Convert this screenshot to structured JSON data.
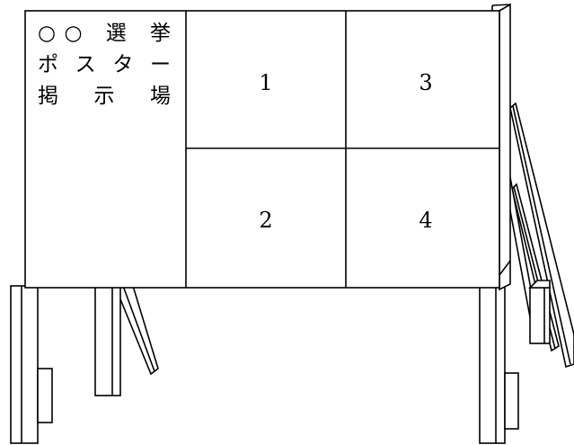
{
  "board": {
    "title_lines": [
      "○○ 選 挙",
      "ポ ス タ ー",
      "掲 示 場"
    ],
    "slots": [
      {
        "label": "1"
      },
      {
        "label": "3"
      },
      {
        "label": "2"
      },
      {
        "label": "4"
      }
    ]
  }
}
